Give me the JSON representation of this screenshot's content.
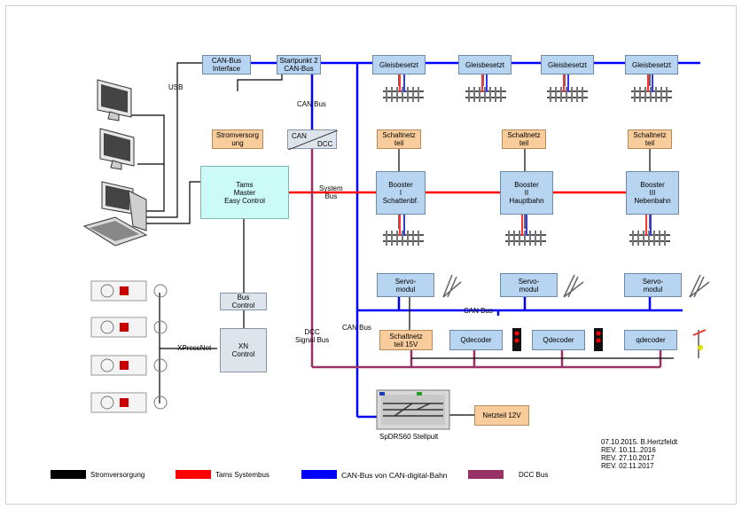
{
  "labels": {
    "can_interface": "CAN-Bus\nInterface",
    "startpunkt": "Startpunkt 2\nCAN-Bus",
    "usb": "USB",
    "can_bus": "CAN Bus",
    "stromversorgung": "Stromversorg\nung",
    "can": "CAN",
    "dcc": "DCC",
    "tams_master": "Tams\nMaster\nEasy Control",
    "system_bus": "System\nBus",
    "bus_control": "Bus\nControl",
    "xn_control": "XN\nControl",
    "xpressnet": "XPressNet",
    "dcc_signal_bus": "DCC\nSignal Bus",
    "can_bus_vert": "CAN Bus",
    "can_bus_servo": "CAN Bus",
    "gleisbesetzt": "Gleisbesetzt",
    "schaltnetzteil": "Schaltnetz\nteil",
    "booster1": "Booster\nI\nSchattenbf.",
    "booster2": "Booster\nII\nHauptbahn",
    "booster3": "Booster\nIII\nNebenbahn",
    "servo": "Servo-\nmodul",
    "schaltnetz15": "Schaltnetz\nteil 15V",
    "qdecoder1": "Qdecoder",
    "qdecoder2": "Qdecoder",
    "qdecoder3": "qdecoder",
    "netzteil12": "Netzteil 12V",
    "spdrs60": "SpDRS60 Stellpult"
  },
  "legend": [
    {
      "label": "Stromversorgung",
      "color": "#000000"
    },
    {
      "label": "Tams Systembus",
      "color": "#ff0000"
    },
    {
      "label": "CAN-Bus von CAN-digital-Bahn",
      "color": "#0000ff"
    },
    {
      "label": "DCC Bus",
      "color": "#993366"
    }
  ],
  "revision": [
    "07.10.2015. B.Hertzfeldt",
    "REV.  10.11..2016",
    "REV.  27.10.2017",
    "REV.  02.11.2017"
  ]
}
